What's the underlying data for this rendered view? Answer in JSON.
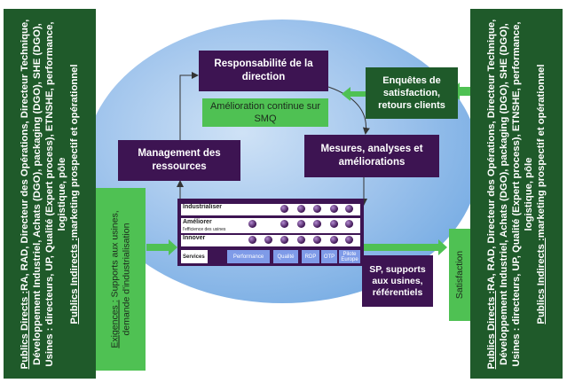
{
  "left_panel": {
    "publics_label": "Publics Directs :",
    "publics_text": "RA, RAD, Directeur des Opérations, Directeur Technique, Développement Industriel, Achats (DGO), packaging (DGO), SHE (DGO), Usines : directeurs, UP, Qualité (Expert process), ETNSHE, performance, logistique, pôle",
    "indirects_label": "Publics Indirects :",
    "indirects_text": "marketing prospectif et opérationnel"
  },
  "right_panel": {
    "publics_label": "Publics Directs :",
    "publics_text": "RA, RAD, Directeur des Opérations, Directeur Technique, Développement Industriel, Achats (DGO), packaging (DGO), SHE (DGO), Usines : directeurs, UP, Qualité (Expert process), ETNSHE, performance, logistique, pôle",
    "indirects_label": "Publics Indirects :",
    "indirects_text": "marketing prospectif et opérationnel"
  },
  "exigences": {
    "label": "Exigences :",
    "text": "Supports aux usines, demande d'industrialisation"
  },
  "satisfaction": "Satisfaction",
  "boxes": {
    "responsabilite": "Responsabilité de la direction",
    "amelioration": "Amélioration continue sur SMQ",
    "management": "Management des ressources",
    "mesures": "Mesures, analyses et améliorations",
    "enquetes": "Enquêtes de satisfaction, retours clients",
    "sp": "SP, supports aux usines, référentiels"
  },
  "process_table": {
    "rows": [
      {
        "title": "Industrialiser",
        "subtitle": ""
      },
      {
        "title": "Améliorer",
        "subtitle": "l'efficience des usines"
      },
      {
        "title": "Innover",
        "subtitle": ""
      }
    ],
    "services_label": "Services",
    "services": [
      "Performance",
      "Qualité",
      "RDP",
      "OTP",
      "Pilote Europe"
    ]
  }
}
